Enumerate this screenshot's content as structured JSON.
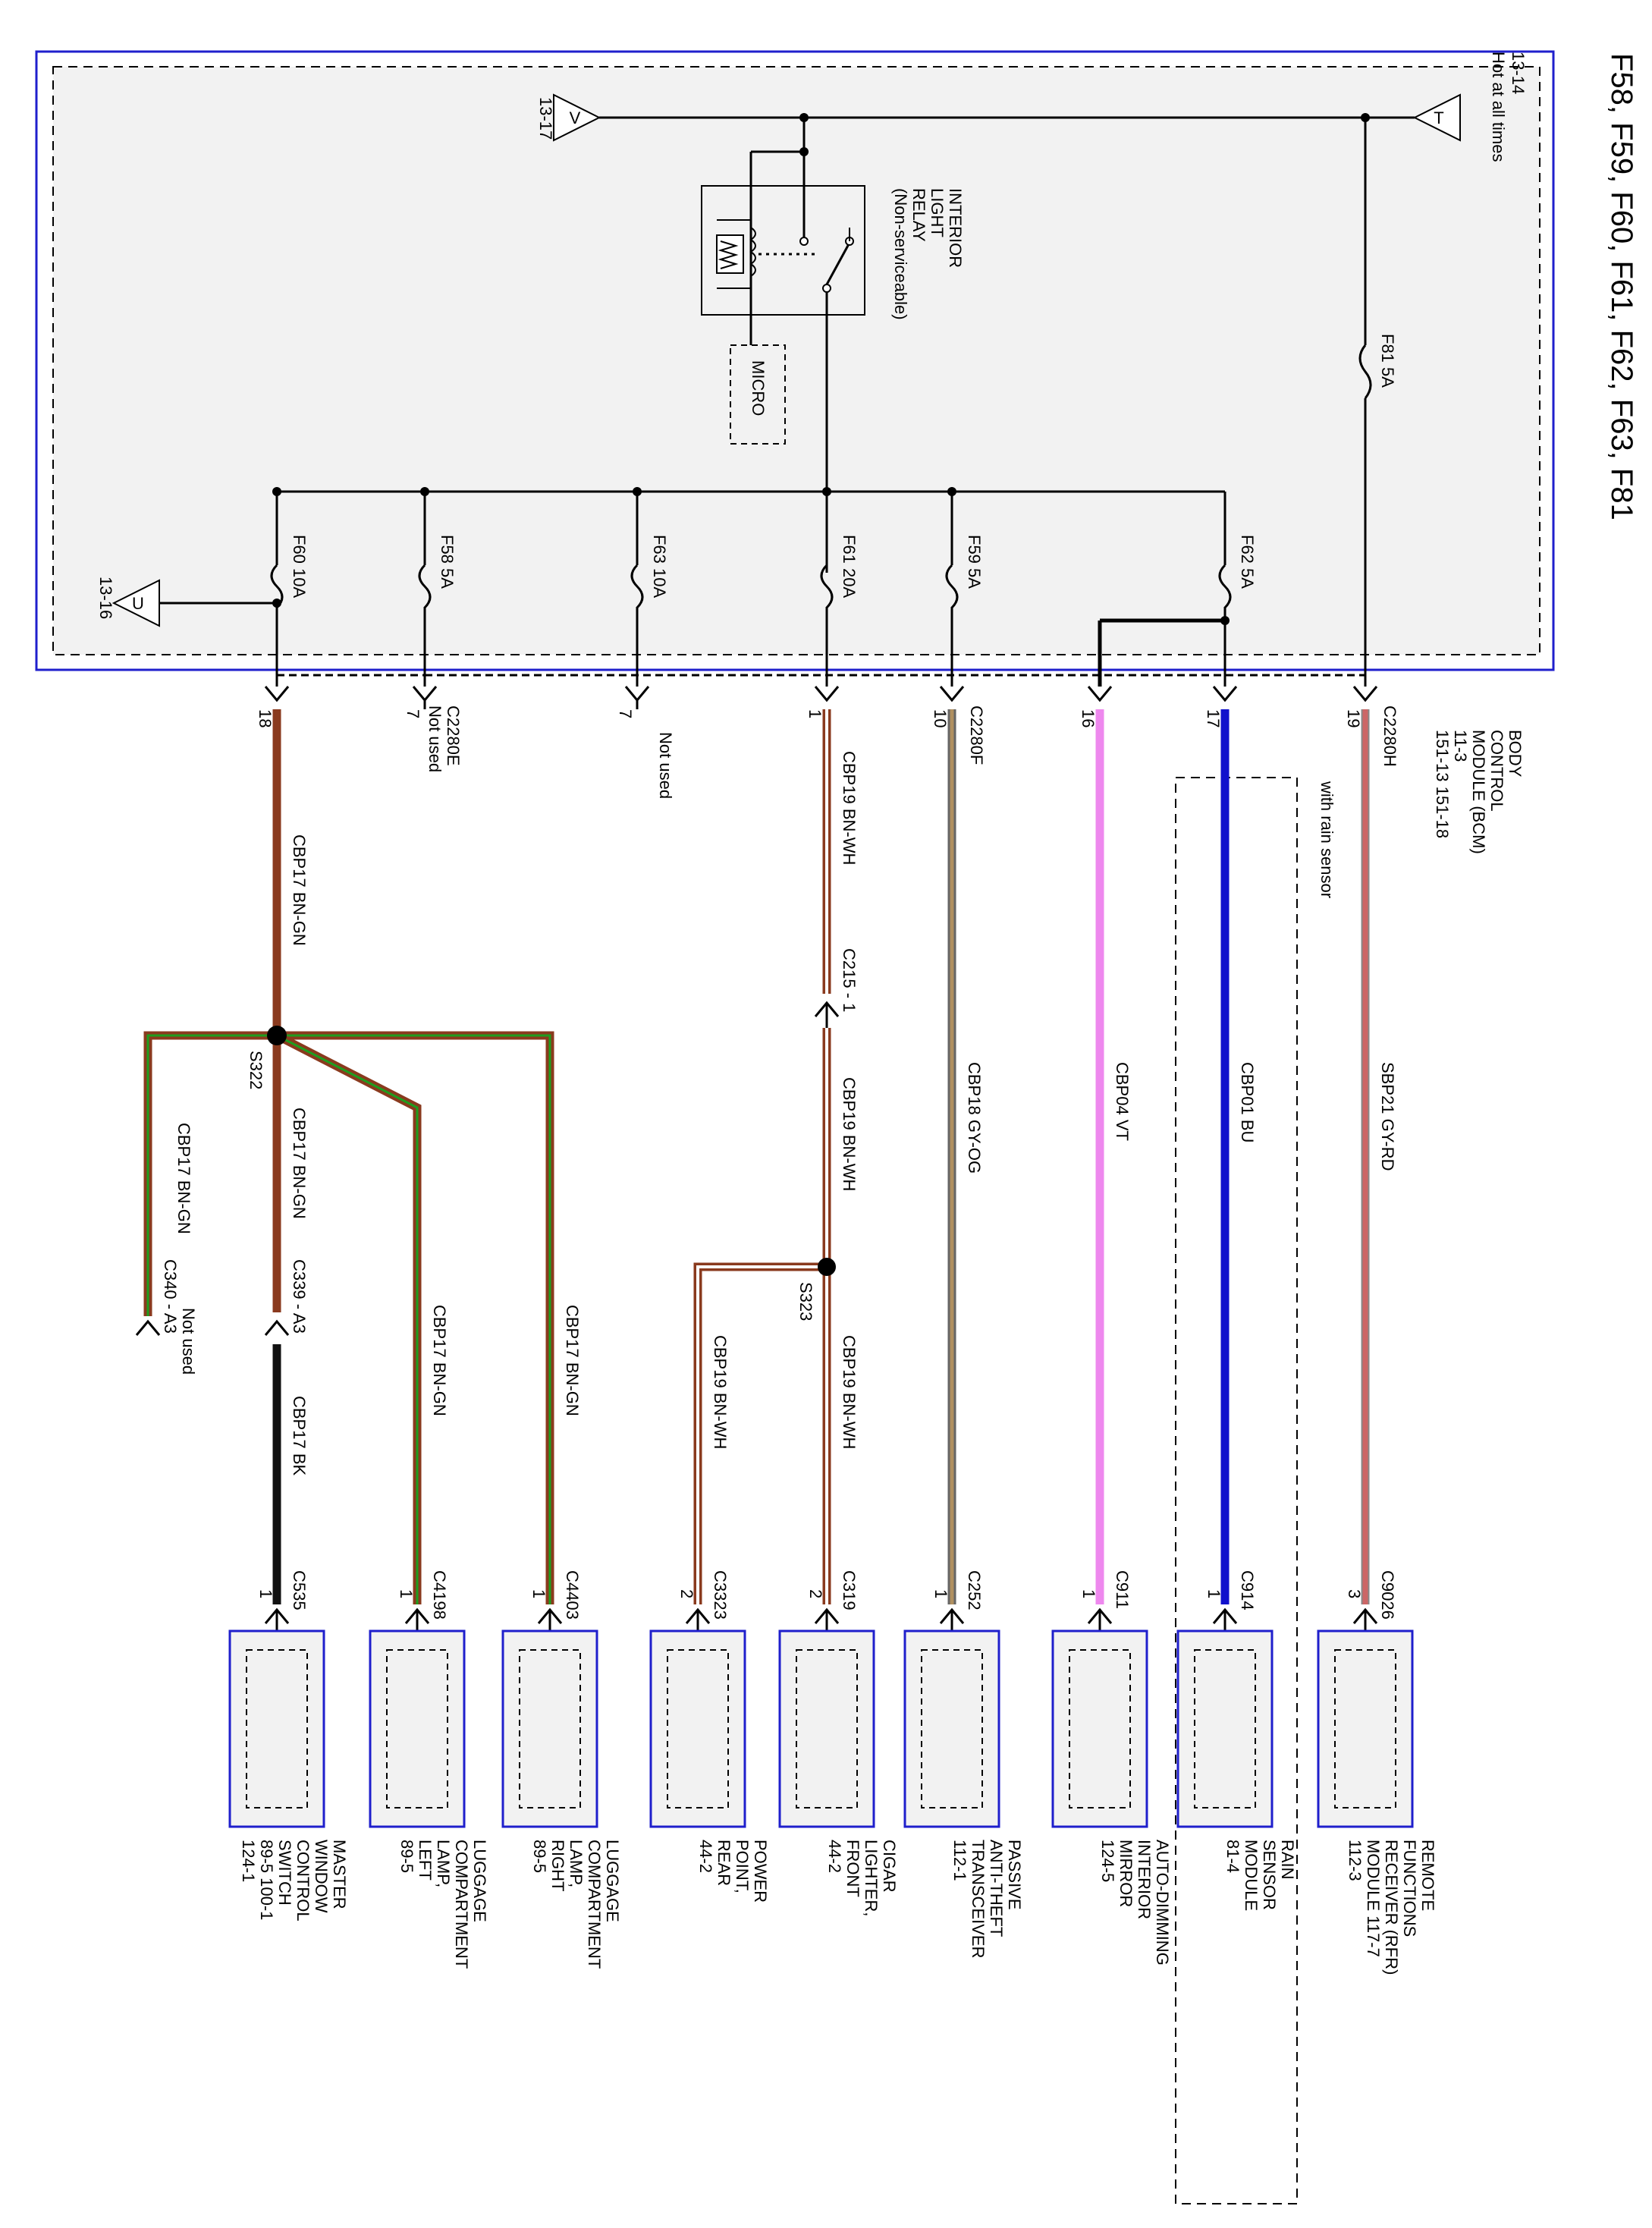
{
  "title": "F58, F59, F60, F61, F62, F63, F81",
  "colors": {
    "module_border": "#1f1fcc",
    "wire_bn_gn": "#8a3a1e",
    "wire_bn_gn_stripe": "#1f9d1f",
    "wire_bn_wh": "#8a3a1e",
    "wire_gy_og": "#808070",
    "wire_vt": "#ee88ee",
    "wire_bu": "#1010cc",
    "wire_gy_rd": "#cc6666",
    "wire_bk": "#111111"
  },
  "bcm": {
    "hot": "Hot at all times",
    "hot_ref": "13-14",
    "ref_v": "13-17",
    "ref_u": "13-16",
    "sym_t": "T",
    "sym_v": "V",
    "sym_u": "U",
    "relay": [
      "INTERIOR",
      "LIGHT",
      "RELAY",
      "(Non-serviceable)"
    ],
    "micro": "MICRO",
    "module": [
      "BODY",
      "CONTROL",
      "MODULE (BCM)",
      "11-3"
    ],
    "module_refs": "151-13     151-18"
  },
  "fuses": {
    "f81": "F81  5A",
    "f60": "F60  10A",
    "f58": "F58  5A",
    "f63": "F63  10A",
    "f61": "F61  20A",
    "f59": "F59  5A",
    "f62": "F62  5A"
  },
  "connectors": {
    "c2280e": "C2280E",
    "c2280f": "C2280F",
    "c2280h": "C2280H",
    "not_used": "Not used",
    "c215": "C215 - 1",
    "c339": "C339 - A3",
    "c340": "C340 - A3",
    "s322": "S322",
    "s323": "S323",
    "rain": "with rain sensor"
  },
  "pins": {
    "p18": "18",
    "p7a": "7",
    "p7b": "7",
    "p1": "1",
    "p10": "10",
    "p16": "16",
    "p17": "17",
    "p19": "19"
  },
  "circuits": {
    "cbp17": "CBP17  BN-GN",
    "cbp17bk": "CBP17  BK",
    "cbp19": "CBP19  BN-WH",
    "cbp18": "CBP18  GY-OG",
    "cbp04": "CBP04  VT",
    "cbp01": "CBP01  BU",
    "sbp21": "SBP21  GY-RD"
  },
  "components": [
    {
      "conn": "C535",
      "pin": "1",
      "lines": [
        "MASTER",
        "WINDOW",
        "CONTROL",
        "SWITCH",
        "89-5     100-1",
        "124-1"
      ]
    },
    {
      "conn": "C4198",
      "pin": "1",
      "lines": [
        "LUGGAGE",
        "COMPARTMENT",
        "LAMP,",
        "LEFT",
        "89-5"
      ]
    },
    {
      "conn": "C4403",
      "pin": "1",
      "lines": [
        "LUGGAGE",
        "COMPARTMENT",
        "LAMP,",
        "RIGHT",
        "89-5"
      ]
    },
    {
      "conn": "C3323",
      "pin": "2",
      "lines": [
        "POWER",
        "POINT,",
        "REAR",
        "44-2"
      ]
    },
    {
      "conn": "C319",
      "pin": "2",
      "lines": [
        "CIGAR",
        "LIGHTER,",
        "FRONT",
        "44-2"
      ]
    },
    {
      "conn": "C252",
      "pin": "1",
      "lines": [
        "PASSIVE",
        "ANTI-THEFT",
        "TRANSCEIVER",
        "112-1"
      ]
    },
    {
      "conn": "C911",
      "pin": "1",
      "lines": [
        "AUTO-DIMMING",
        "INTERIOR",
        "MIRROR",
        "124-5"
      ]
    },
    {
      "conn": "C914",
      "pin": "1",
      "lines": [
        "RAIN",
        "SENSOR",
        "MODULE",
        "81-4"
      ]
    },
    {
      "conn": "C9026",
      "pin": "3",
      "lines": [
        "REMOTE",
        "FUNCTIONS",
        "RECEIVER (RFR)",
        "MODULE     117-7",
        "112-3"
      ]
    }
  ]
}
